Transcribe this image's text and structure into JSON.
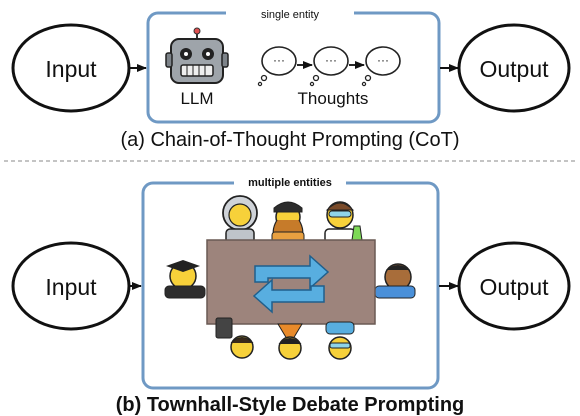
{
  "top": {
    "input": "Input",
    "output": "Output",
    "box_tag": "single entity",
    "llm": "LLM",
    "thoughts": "Thoughts",
    "caption": "(a) Chain-of-Thought Prompting (CoT)",
    "icons": [
      "robot-icon",
      "thought-bubble-icon",
      "thought-bubble-icon",
      "thought-bubble-icon"
    ]
  },
  "bottom": {
    "input": "Input",
    "output": "Output",
    "box_tag": "multiple entities",
    "caption": "(b) Townhall-Style Debate Prompting",
    "icons": [
      "astronaut-icon",
      "artist-icon",
      "scientist-icon",
      "graduate-icon",
      "office-worker-icon",
      "person-icon",
      "person-icon",
      "person-icon",
      "repeat-arrows-icon"
    ]
  },
  "colors": {
    "box_border": "#6f99c4",
    "table": "#9d847c",
    "table_border": "#6a5a54",
    "arrow_fill": "#58aee0",
    "skin": "#f7d13a",
    "divider": "#888888"
  }
}
